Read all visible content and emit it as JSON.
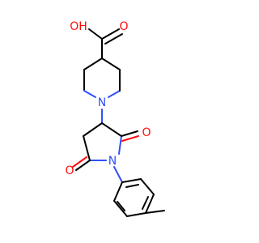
{
  "diagram": {
    "type": "chemical-structure",
    "colors": {
      "bond": "#000000",
      "oxygen": "#ff0d0d",
      "nitrogen": "#3050f8",
      "background": "#ffffff"
    },
    "atom_labels": {
      "hydroxyl": "OH",
      "carboxyl_oxygen": "O",
      "piperidine_nitrogen": "N",
      "imide_oxygen_right": "O",
      "imide_nitrogen": "N",
      "imide_oxygen_left": "O"
    }
  }
}
